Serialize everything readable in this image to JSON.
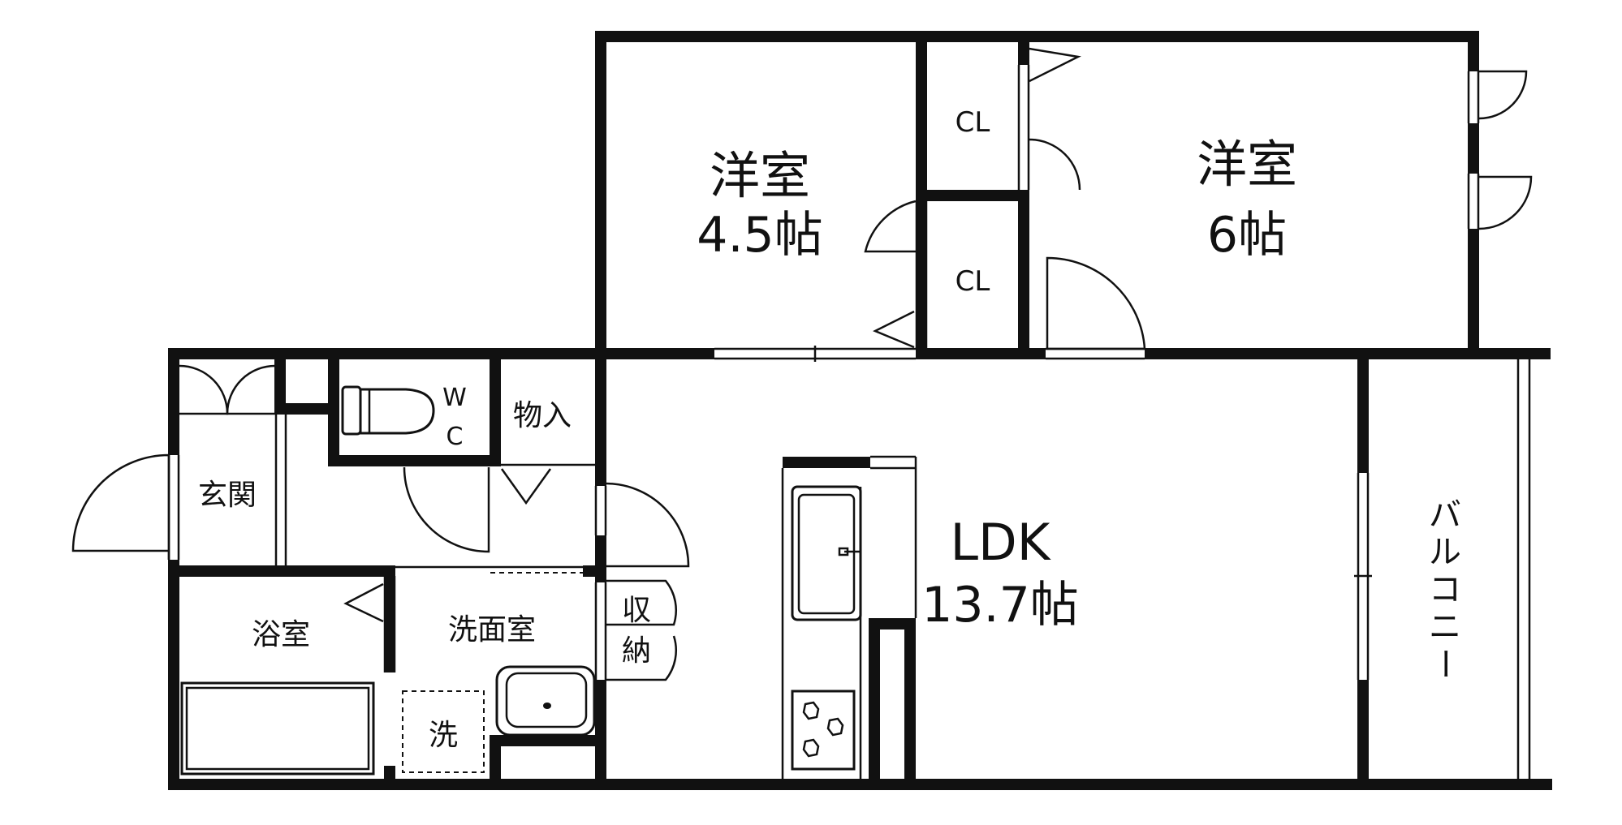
{
  "rooms": {
    "western_a": {
      "name": "洋室",
      "size": "4.5帖"
    },
    "western_b": {
      "name": "洋室",
      "size": "6帖"
    },
    "closet_a": "CL",
    "closet_b": "CL",
    "wc_w": "W",
    "wc_c": "C",
    "storage_room": "物入",
    "entrance": "玄関",
    "bath": "浴室",
    "washroom": "洗面室",
    "washer": "洗",
    "storage_1": "収",
    "storage_2": "納",
    "ldk": {
      "name": "LDK",
      "size": "13.7帖"
    },
    "balcony": [
      "バ",
      "ル",
      "コ",
      "ニ",
      "ー"
    ]
  }
}
